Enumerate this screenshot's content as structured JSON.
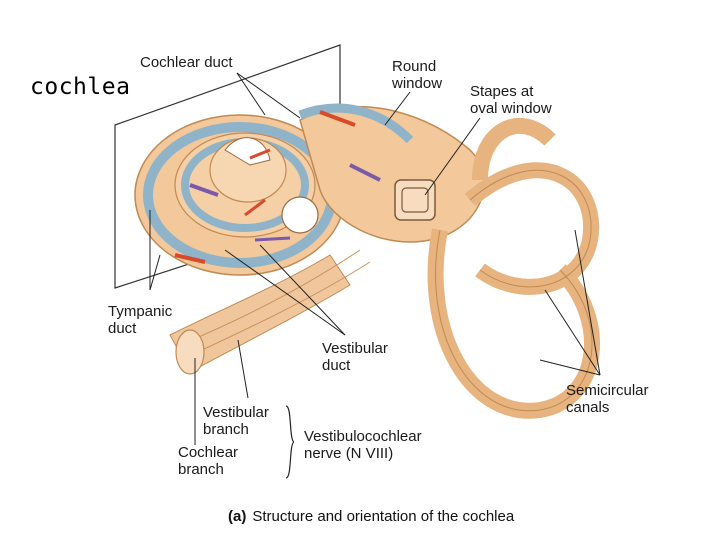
{
  "heading": "cochlea",
  "labels": {
    "cochlear_duct": "Cochlear duct",
    "round_window": "Round\nwindow",
    "stapes": "Stapes at\noval window",
    "tympanic_duct": "Tympanic\nduct",
    "vestibular_duct": "Vestibular\nduct",
    "semicircular_canals": "Semicircular\ncanals",
    "vestibular_branch": "Vestibular\nbranch",
    "cochlear_branch": "Cochlear\nbranch",
    "vestibulocochlear_nerve": "Vestibulocochlear\nnerve (N VIII)"
  },
  "caption": {
    "part": "(a)",
    "text": "Structure and orientation of the cochlea"
  },
  "colors": {
    "tissue": "#f3c89a",
    "tissue_dark": "#d99a5e",
    "duct_blue": "#8fb3c9",
    "arrow_red": "#d94a2b",
    "arrow_purple": "#7a5aa8"
  }
}
